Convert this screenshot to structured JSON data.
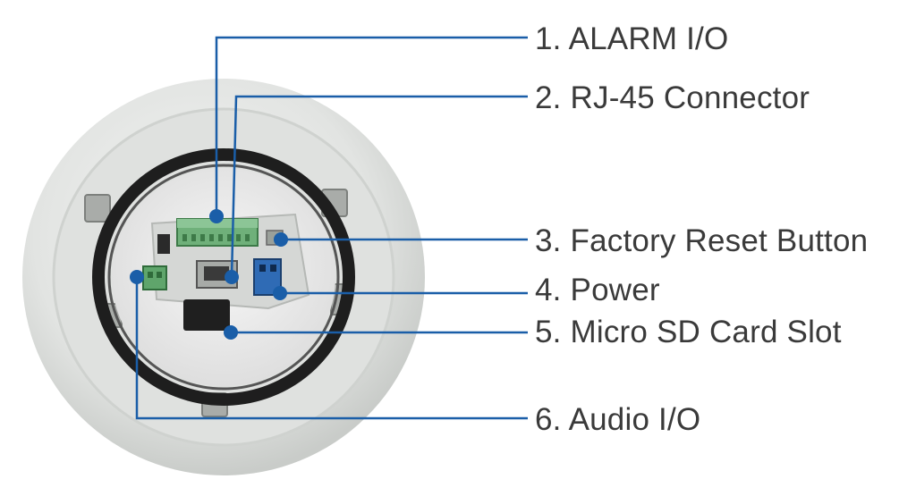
{
  "callouts": [
    {
      "number": "1.",
      "text": "ALARM I/O"
    },
    {
      "number": "2.",
      "text": "RJ-45 Connector"
    },
    {
      "number": "3.",
      "text": "Factory Reset Button"
    },
    {
      "number": "4.",
      "text": "Power"
    },
    {
      "number": "5.",
      "text": "Micro SD Card Slot"
    },
    {
      "number": "6.",
      "text": "Audio I/O"
    }
  ],
  "colors": {
    "leader_line": "#1a5ea8",
    "label_text": "#3a3a3a",
    "camera_body": "#e6e8e6",
    "ring": "#222222"
  }
}
